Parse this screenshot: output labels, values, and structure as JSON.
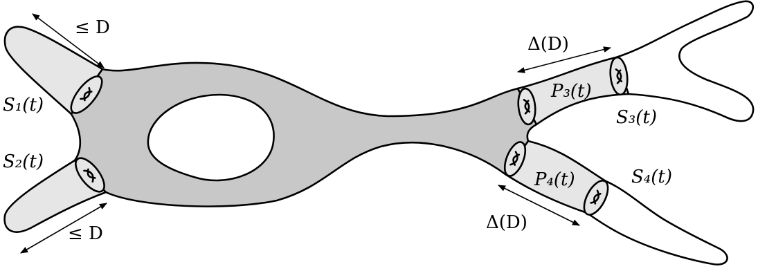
{
  "diagram": {
    "labels": {
      "s1": "S₁(t)",
      "s2": "S₂(t)",
      "s3": "S₃(t)",
      "s4": "S₄(t)",
      "p3": "P₃(t)",
      "p4": "P₄(t)",
      "top_left_bound": "≤ D",
      "bottom_left_bound": "≤ D",
      "top_right_bound": "Δ(D)",
      "bottom_right_bound": "Δ(D)"
    },
    "colors": {
      "core_fill": "#c8c8c8",
      "tube_fill": "#e6e6e6",
      "stroke": "#000000",
      "background": "#ffffff"
    }
  }
}
